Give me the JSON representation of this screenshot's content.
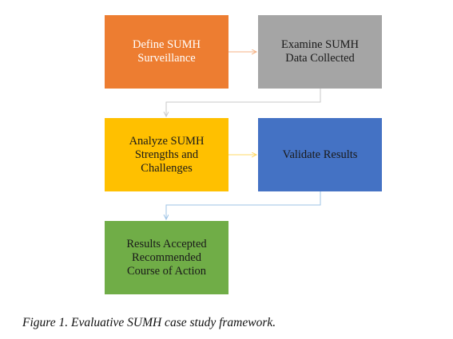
{
  "diagram": {
    "boxes": [
      {
        "id": "define",
        "text": "Define SUMH\nSurveillance",
        "fill": "#ED7D31"
      },
      {
        "id": "examine",
        "text": "Examine SUMH\nData Collected",
        "fill": "#A5A5A5"
      },
      {
        "id": "analyze",
        "text": "Analyze SUMH\nStrengths and\nChallenges",
        "fill": "#FFC000"
      },
      {
        "id": "validate",
        "text": "Validate Results",
        "fill": "#4472C4"
      },
      {
        "id": "results",
        "text": "Results Accepted\nRecommended\nCourse of Action",
        "fill": "#70AD47"
      }
    ],
    "connectors": [
      {
        "from": "define",
        "to": "examine",
        "color": "#F4B183"
      },
      {
        "from": "examine",
        "to": "analyze",
        "color": "#C9C9C9"
      },
      {
        "from": "analyze",
        "to": "validate",
        "color": "#FFD966"
      },
      {
        "from": "validate",
        "to": "results",
        "color": "#9DC3E6"
      }
    ],
    "caption": "Figure 1. Evaluative SUMH case study framework."
  }
}
